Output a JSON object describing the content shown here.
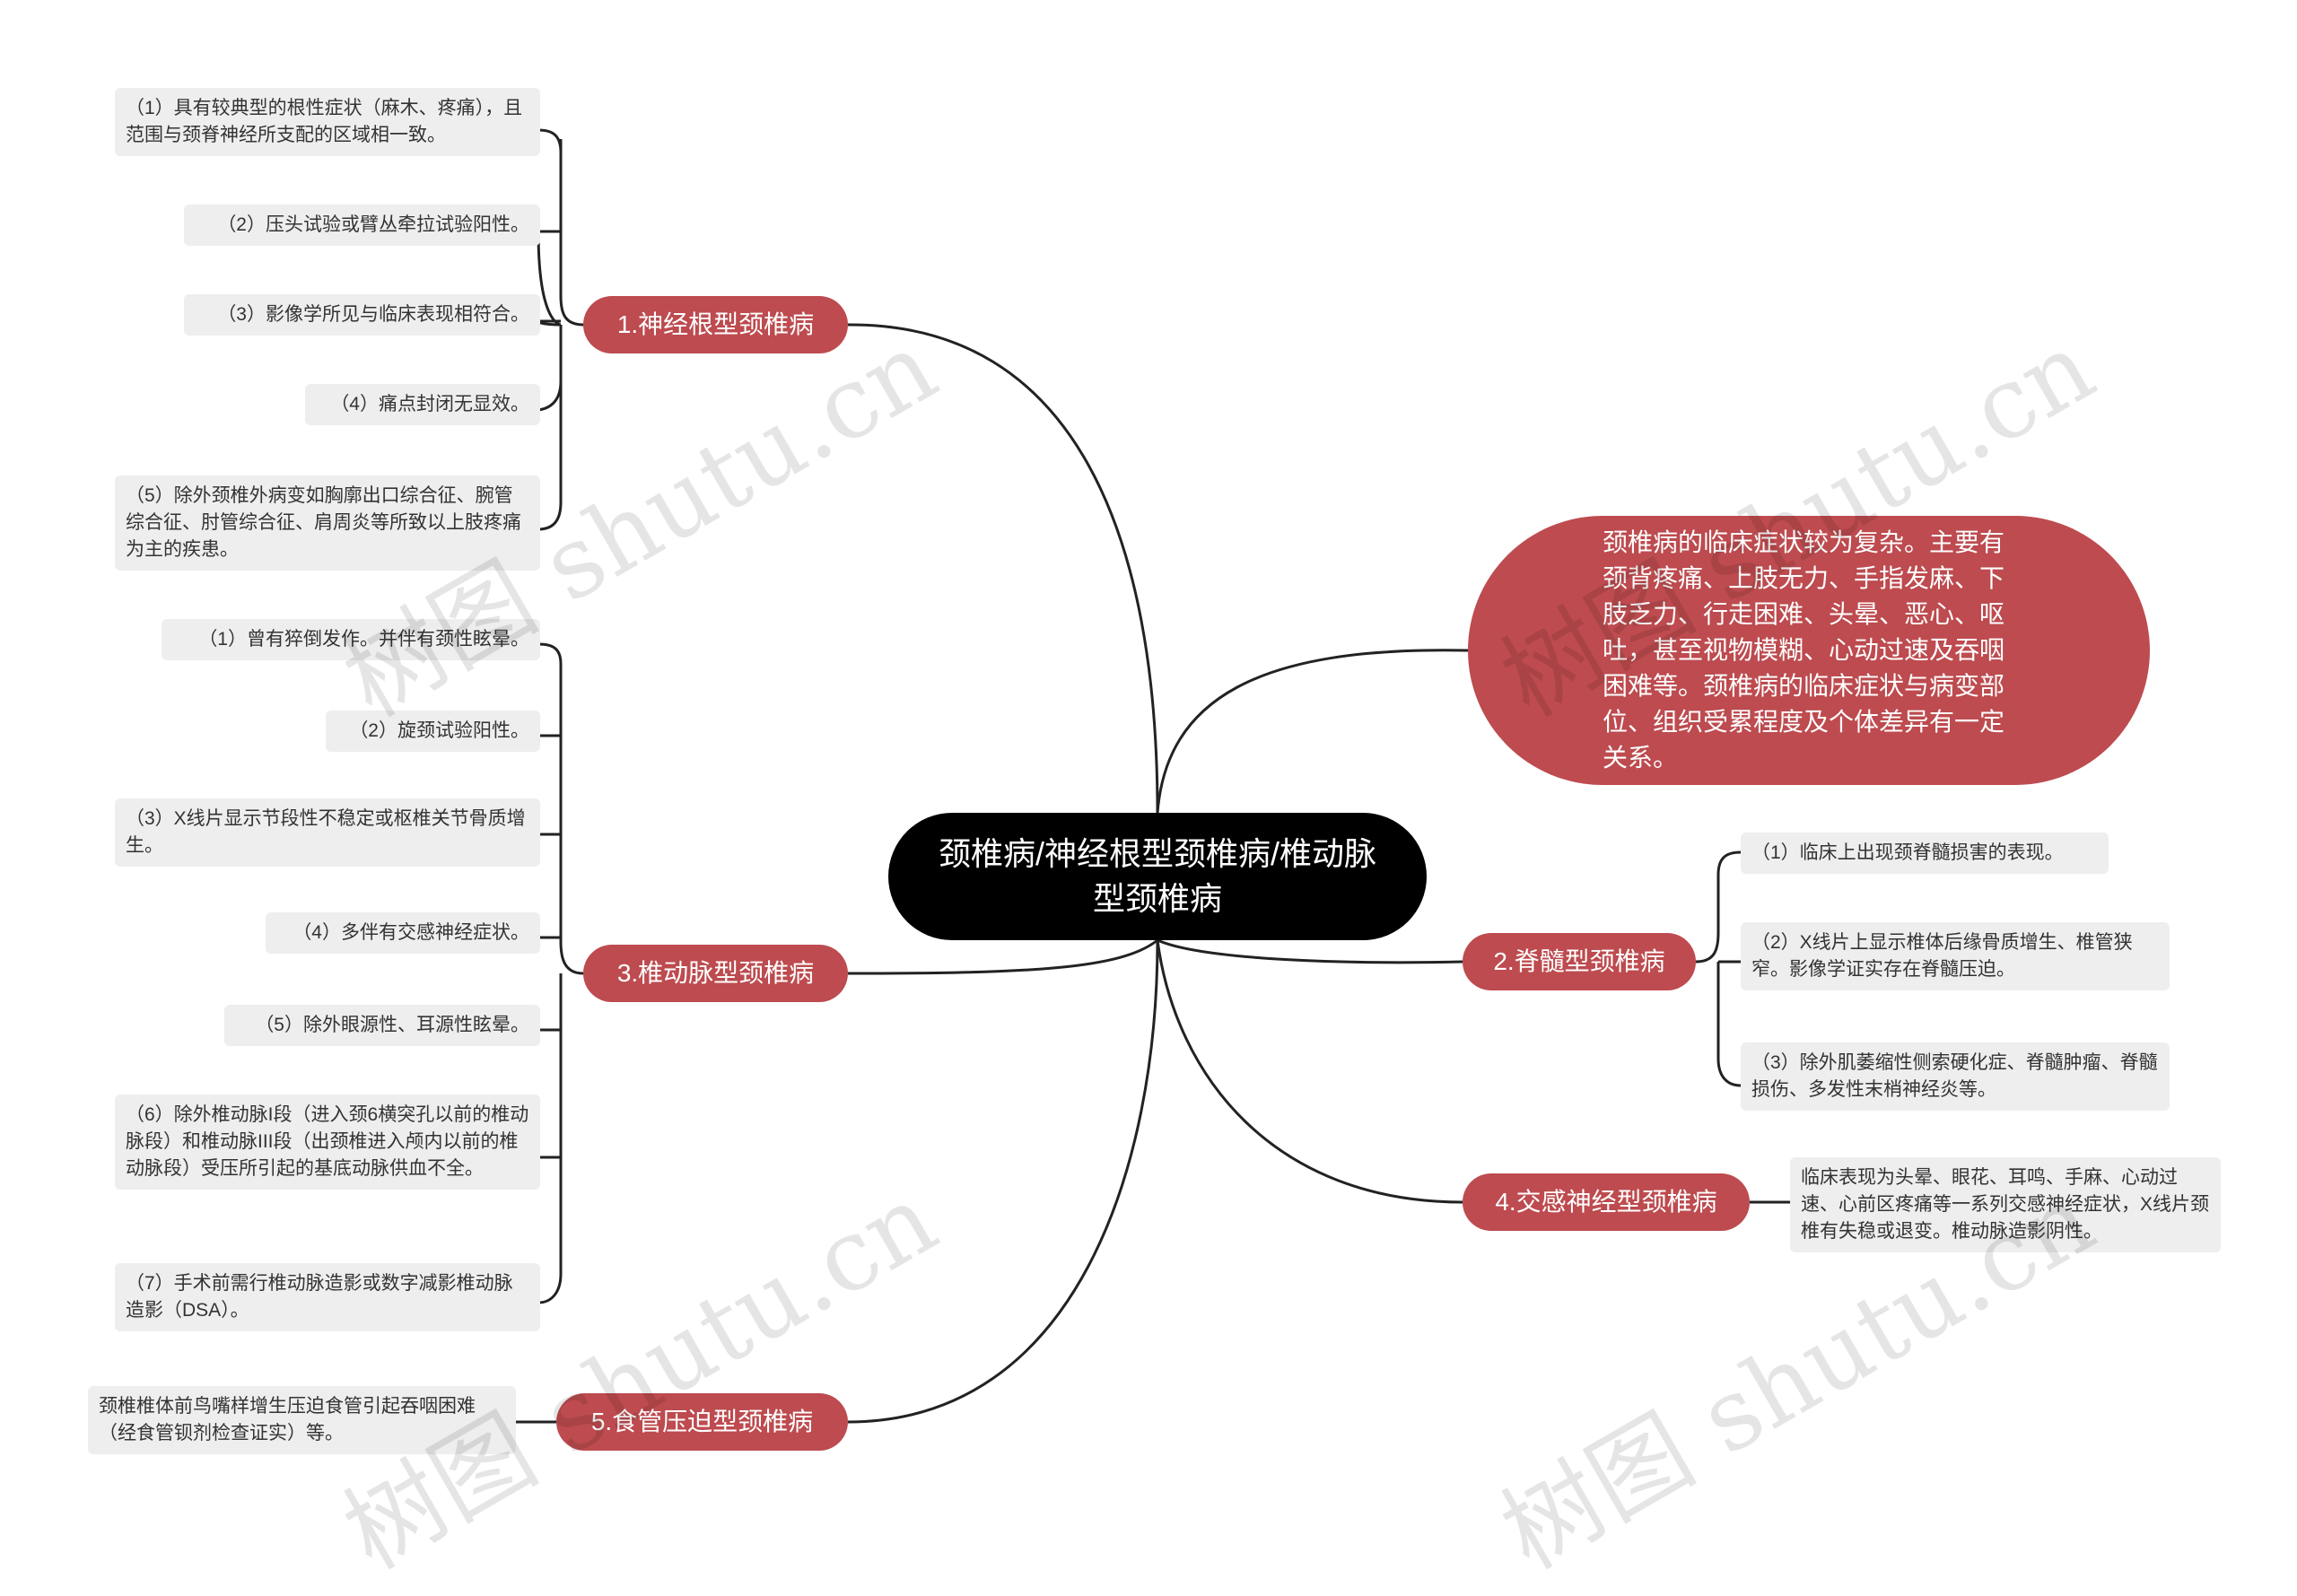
{
  "root": {
    "label": "颈椎病/神经根型颈椎病/椎动脉型颈椎病"
  },
  "summary": {
    "text": "颈椎病的临床症状较为复杂。主要有颈背疼痛、上肢无力、手指发麻、下肢乏力、行走困难、头晕、恶心、呕吐，甚至视物模糊、心动过速及吞咽困难等。颈椎病的临床症状与病变部位、组织受累程度及个体差异有一定关系。"
  },
  "branches": {
    "b1": {
      "label": "1.神经根型颈椎病",
      "leaves": [
        "（1）具有较典型的根性症状（麻木、疼痛），且范围与颈脊神经所支配的区域相一致。",
        "（2）压头试验或臂丛牵拉试验阳性。",
        "（3）影像学所见与临床表现相符合。",
        "（4）痛点封闭无显效。",
        "（5）除外颈椎外病变如胸廓出口综合征、腕管综合征、肘管综合征、肩周炎等所致以上肢疼痛为主的疾患。"
      ]
    },
    "b2": {
      "label": "2.脊髓型颈椎病",
      "leaves": [
        "（1）临床上出现颈脊髓损害的表现。",
        "（2）X线片上显示椎体后缘骨质增生、椎管狭窄。影像学证实存在脊髓压迫。",
        "（3）除外肌萎缩性侧索硬化症、脊髓肿瘤、脊髓损伤、多发性末梢神经炎等。"
      ]
    },
    "b3": {
      "label": "3.椎动脉型颈椎病",
      "leaves": [
        "（1）曾有猝倒发作。并伴有颈性眩晕。",
        "（2）旋颈试验阳性。",
        "（3）X线片显示节段性不稳定或枢椎关节骨质增生。",
        "（4）多伴有交感神经症状。",
        "（5）除外眼源性、耳源性眩晕。",
        "（6）除外椎动脉I段（进入颈6横突孔以前的椎动脉段）和椎动脉III段（出颈椎进入颅内以前的椎动脉段）受压所引起的基底动脉供血不全。",
        "（7）手术前需行椎动脉造影或数字减影椎动脉造影（DSA）。"
      ]
    },
    "b4": {
      "label": "4.交感神经型颈椎病",
      "leaves": [
        "临床表现为头晕、眼花、耳鸣、手麻、心动过速、心前区疼痛等一系列交感神经症状，X线片颈椎有失稳或退变。椎动脉造影阴性。"
      ]
    },
    "b5": {
      "label": "5.食管压迫型颈椎病",
      "leaves": [
        "颈椎椎体前鸟嘴样增生压迫食管引起吞咽困难（经食管钡剂检查证实）等。"
      ]
    }
  },
  "watermark": "树图 shutu.cn",
  "colors": {
    "branch": "#bd4b4f",
    "root": "#000000",
    "leaf_bg": "#eeeeee",
    "line": "#222222"
  }
}
